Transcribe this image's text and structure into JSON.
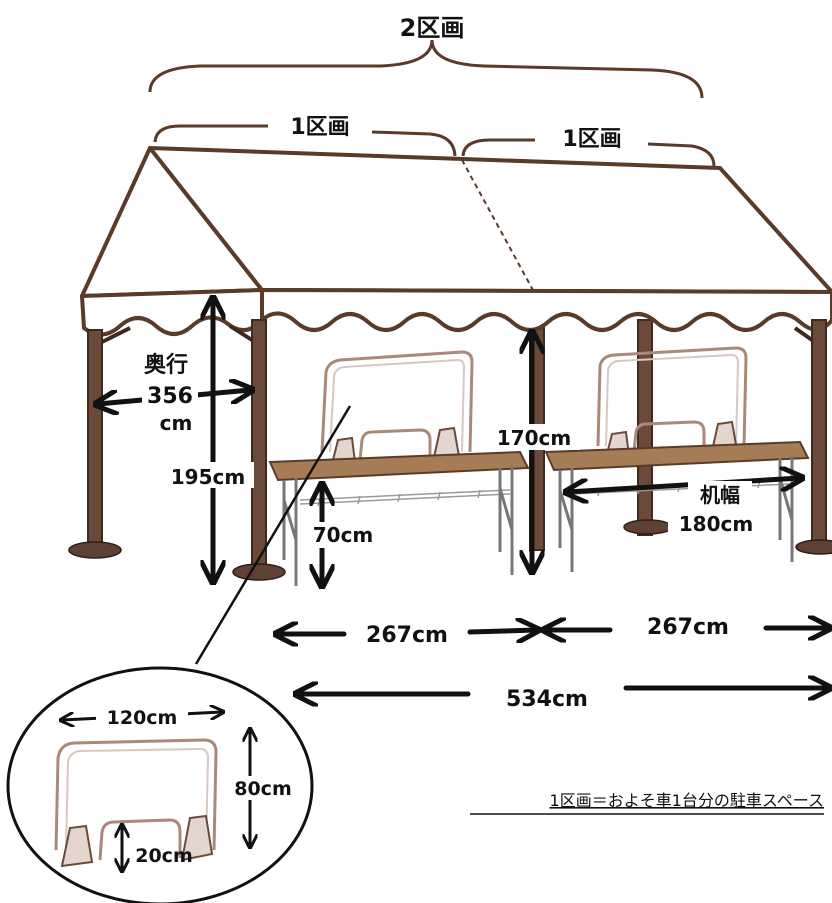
{
  "labels": {
    "two_sections": "2区画",
    "one_section_left": "1区画",
    "one_section_right": "1区画",
    "depth_label": "奥行",
    "depth_value": "356",
    "depth_unit": "cm",
    "side_height": "195cm",
    "eave_height": "170cm",
    "table_height": "70cm",
    "table_width_label": "机幅",
    "table_width_value": "180cm",
    "section_width_left": "267cm",
    "section_width_right": "267cm",
    "total_width": "534cm",
    "screen_width": "120cm",
    "screen_height": "80cm",
    "screen_gap": "20cm",
    "note": "1区画＝およそ車1台分の駐車スペース"
  },
  "colors": {
    "frame": "#5a3a28",
    "pole": "#6b4a3a",
    "table_top": "#a67c56",
    "screen": "#a98a7a",
    "ink": "#111111"
  }
}
